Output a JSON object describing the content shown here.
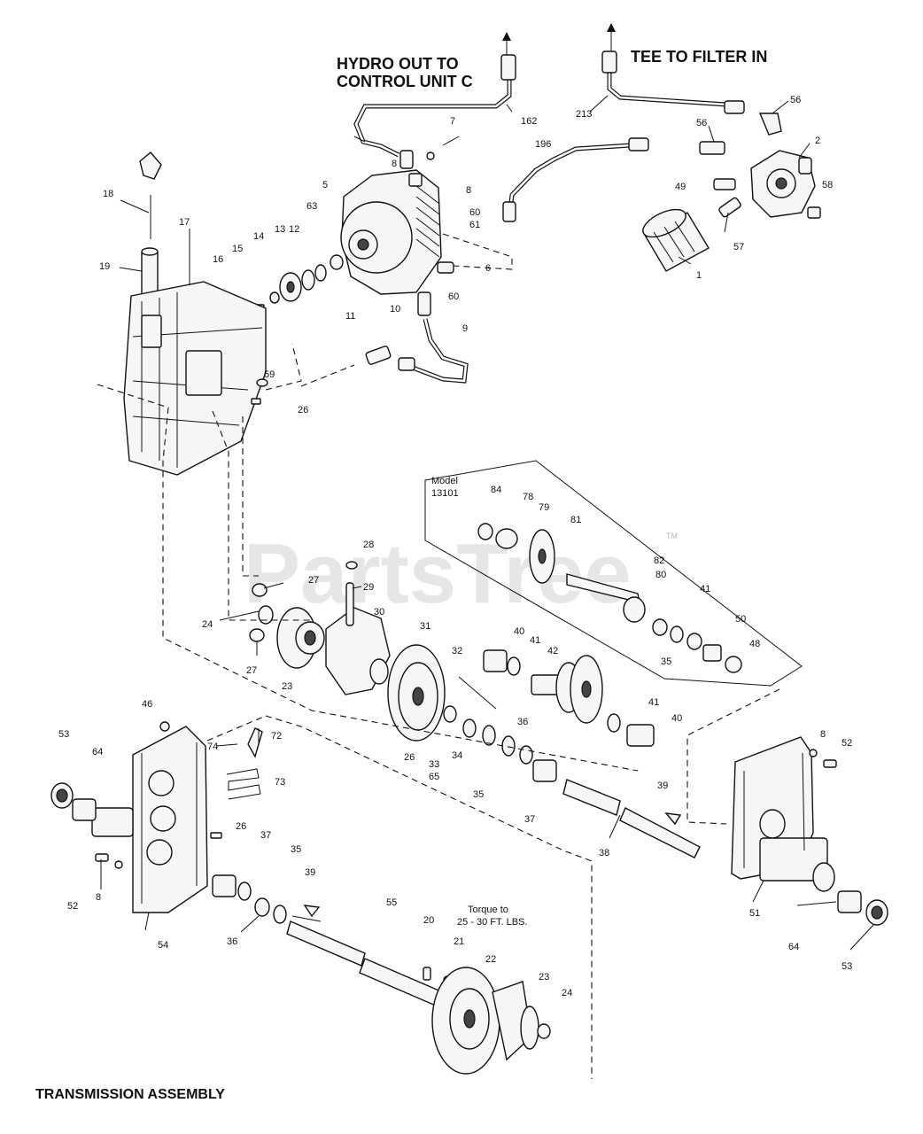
{
  "watermark": "PartsTree",
  "watermark_tm": "TM",
  "labels": {
    "hydro_line1": "HYDRO OUT TO",
    "hydro_line2": "CONTROL UNIT C",
    "tee_filter": "TEE TO FILTER IN",
    "model_line1": "Model",
    "model_line2": "13101",
    "torque_line1": "Torque to",
    "torque_line2": "25 - 30 FT. LBS.",
    "footer": "TRANSMISSION ASSEMBLY"
  },
  "callouts": [
    "162",
    "213",
    "56",
    "56",
    "2",
    "7",
    "8",
    "8",
    "5",
    "196",
    "49",
    "58",
    "18",
    "17",
    "63",
    "12",
    "13",
    "14",
    "15",
    "16",
    "60",
    "61",
    "6",
    "57",
    "1",
    "19",
    "10",
    "9",
    "11",
    "60",
    "59",
    "26",
    "28",
    "27",
    "29",
    "24",
    "30",
    "27",
    "23",
    "31",
    "84",
    "78",
    "79",
    "81",
    "82",
    "80",
    "41",
    "50",
    "48",
    "35",
    "40",
    "41",
    "42",
    "32",
    "36",
    "40",
    "41",
    "8",
    "52",
    "46",
    "53",
    "64",
    "74",
    "72",
    "73",
    "26",
    "33",
    "65",
    "34",
    "35",
    "37",
    "39",
    "38",
    "26",
    "37",
    "35",
    "52",
    "8",
    "36",
    "39",
    "54",
    "55",
    "20",
    "21",
    "22",
    "23",
    "24",
    "51",
    "64",
    "53"
  ]
}
